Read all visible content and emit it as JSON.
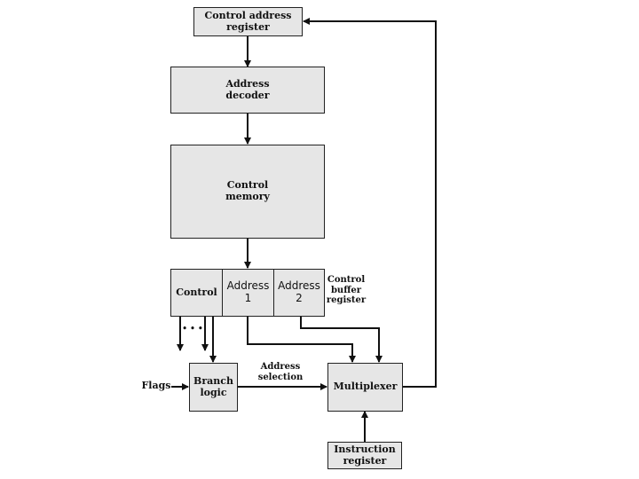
{
  "diagram": {
    "control_address_register": "Control address\nregister",
    "address_decoder": "Address\ndecoder",
    "control_memory": "Control\nmemory",
    "cbr_control": "Control",
    "cbr_address1": "Address\n1",
    "cbr_address2": "Address\n2",
    "control_buffer_register": "Control\nbuffer\nregister",
    "branch_logic": "Branch\nlogic",
    "multiplexer": "Multiplexer",
    "instruction_register": "Instruction\nregister",
    "flags": "Flags",
    "address_selection": "Address\nselection",
    "ellipsis": "• • •"
  }
}
